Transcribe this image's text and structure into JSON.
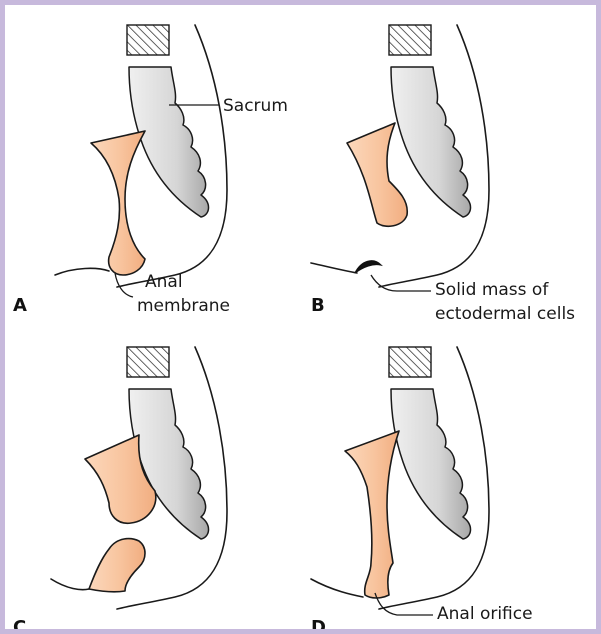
{
  "colors": {
    "frame": "#c7b9dc",
    "background": "#ffffff",
    "gut_fill": "#f8c49e",
    "sacrum_fill": "#d4d4d4",
    "outline": "#1a1a1a"
  },
  "panels": {
    "a": {
      "letter": "A",
      "sacrum_label": "Sacrum",
      "label_line1": "Anal",
      "label_line2": "membrane"
    },
    "b": {
      "letter": "B",
      "label_line1": "Solid mass of",
      "label_line2": "ectodermal cells"
    },
    "c": {
      "letter": "C"
    },
    "d": {
      "letter": "D",
      "label": "Anal orifice"
    }
  }
}
